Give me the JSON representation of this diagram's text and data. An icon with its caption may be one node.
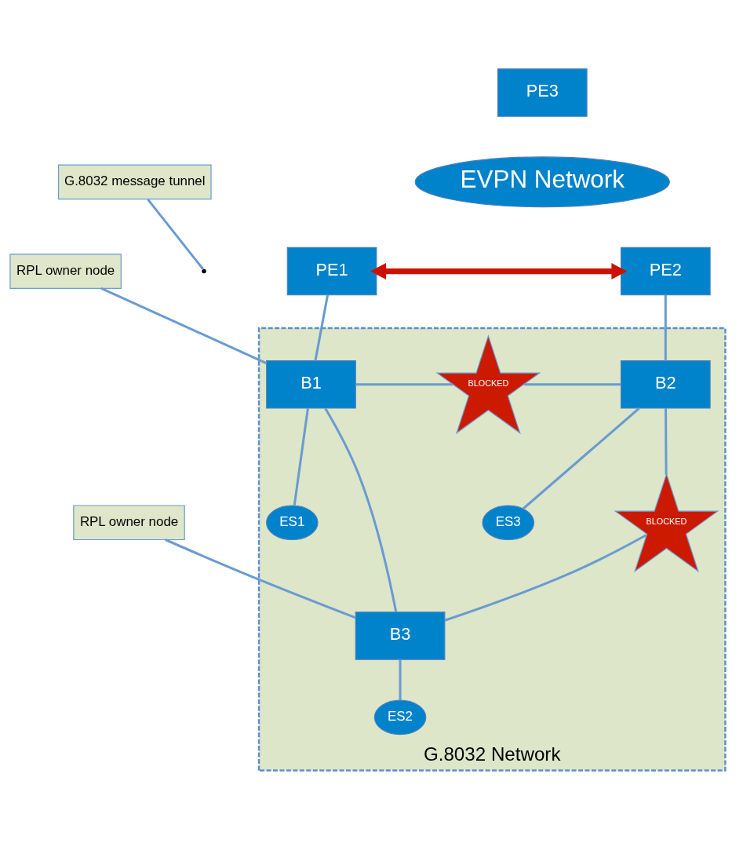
{
  "diagram": {
    "nodes": [
      {
        "text": [
          "EVPN Network"
        ]
      },
      {
        "text": [
          "PE3"
        ]
      },
      {
        "text": [
          "G.8032 message tunnel"
        ]
      },
      {
        "text": [
          "PE1"
        ]
      },
      {
        "text": [
          "PE2"
        ]
      },
      {
        "text": [
          "RPL owner node"
        ]
      },
      {
        "text": [
          "G.8032 Network"
        ]
      },
      {
        "text": [
          "B1"
        ],
        "in": 6
      },
      {
        "text": [
          "BLOCKED"
        ],
        "in": 6
      },
      {
        "text": [
          "B2"
        ],
        "in": 6
      },
      {
        "text": [
          "ES1"
        ],
        "in": 6
      },
      {
        "text": [
          "ES3"
        ],
        "in": 6
      },
      {
        "text": [
          "BLOCKED"
        ],
        "in": 6
      },
      {
        "text": [
          "B3"
        ],
        "in": 6
      },
      {
        "text": [
          "RPL owner node"
        ]
      },
      {
        "text": [
          "ES2"
        ],
        "in": 6
      }
    ],
    "edges": [
      {
        "from": 3,
        "to": 4,
        "arrow": "both",
        "style": "thick",
        "color": "#cc1100"
      },
      {
        "from": 2,
        "to": null,
        "arrow": "none"
      },
      {
        "from": 3,
        "to": 7,
        "arrow": "none"
      },
      {
        "from": 4,
        "to": 9,
        "arrow": "none"
      },
      {
        "from": 5,
        "to": 7,
        "arrow": "none"
      },
      {
        "from": 7,
        "to": 8,
        "arrow": "none"
      },
      {
        "from": 8,
        "to": 9,
        "arrow": "none"
      },
      {
        "from": 7,
        "to": 10,
        "arrow": "none"
      },
      {
        "from": 7,
        "to": 13,
        "arrow": "none"
      },
      {
        "from": 9,
        "to": 12,
        "arrow": "none"
      },
      {
        "from": 12,
        "to": 13,
        "arrow": "none"
      },
      {
        "from": 9,
        "to": 11,
        "arrow": "none"
      },
      {
        "from": 14,
        "to": 13,
        "arrow": "none"
      },
      {
        "from": 13,
        "to": 15,
        "arrow": "none"
      }
    ]
  }
}
